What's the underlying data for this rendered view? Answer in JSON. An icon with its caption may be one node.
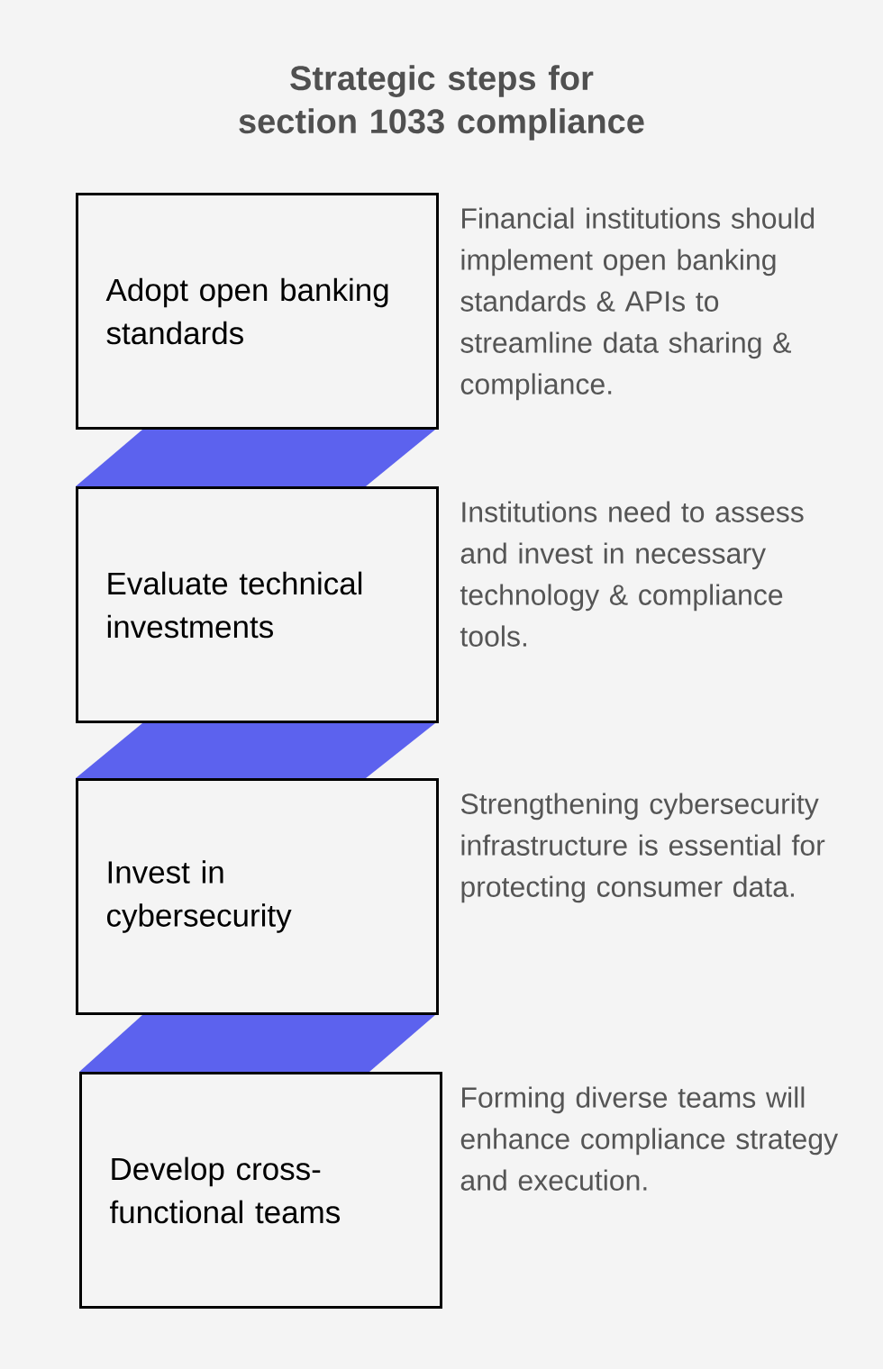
{
  "diagram": {
    "title": "Strategic steps for section 1033 compliance",
    "nodes": [
      {
        "text": [
          "Adopt open banking standards"
        ],
        "beside": [
          "Financial institutions should implement open banking standards & APIs to streamline data sharing & compliance."
        ]
      },
      {
        "text": [
          "Evaluate technical investments"
        ],
        "beside": [
          "Institutions need to assess and invest in necessary technology & compliance tools."
        ]
      },
      {
        "text": [
          "Invest in cybersecurity"
        ],
        "beside": [
          "Strengthening cybersecurity infrastructure is essential for protecting consumer data."
        ]
      },
      {
        "text": [
          "Develop cross-functional teams"
        ],
        "beside": [
          "Forming diverse teams will enhance compliance strategy and execution."
        ]
      }
    ],
    "edges": [
      {
        "from": 0,
        "to": 1,
        "arrow": "none",
        "color": "#5c62ee"
      },
      {
        "from": 1,
        "to": 2,
        "arrow": "none",
        "color": "#5c62ee"
      },
      {
        "from": 2,
        "to": 3,
        "arrow": "none",
        "color": "#5c62ee"
      }
    ]
  }
}
